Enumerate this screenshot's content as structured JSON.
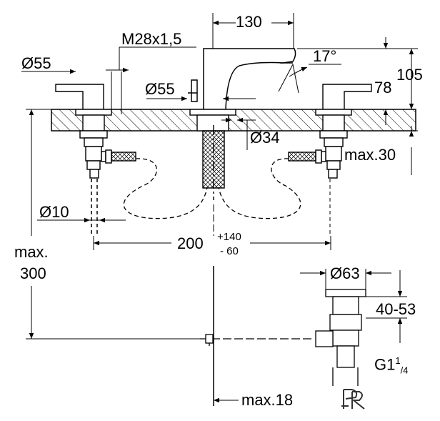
{
  "dims": {
    "top_width": "130",
    "thread": "M28x1,5",
    "handle_dia_left": "Ø55",
    "handle_dia_center": "Ø55",
    "angle": "17°",
    "height_78": "78",
    "height_105": "105",
    "base_dia": "Ø34",
    "max_30": "max.30",
    "hose_dia": "Ø10",
    "spacing": "200",
    "spacing_plus": "+140",
    "spacing_minus": "- 60",
    "max_label": "max.",
    "max_value": "300",
    "waste_dia": "Ø63",
    "waste_range": "40-53",
    "waste_thread_main": "G1",
    "waste_thread_sup": "1",
    "waste_thread_sub": "/4",
    "max_18": "max.18"
  },
  "logo": {
    "text": "PR"
  }
}
